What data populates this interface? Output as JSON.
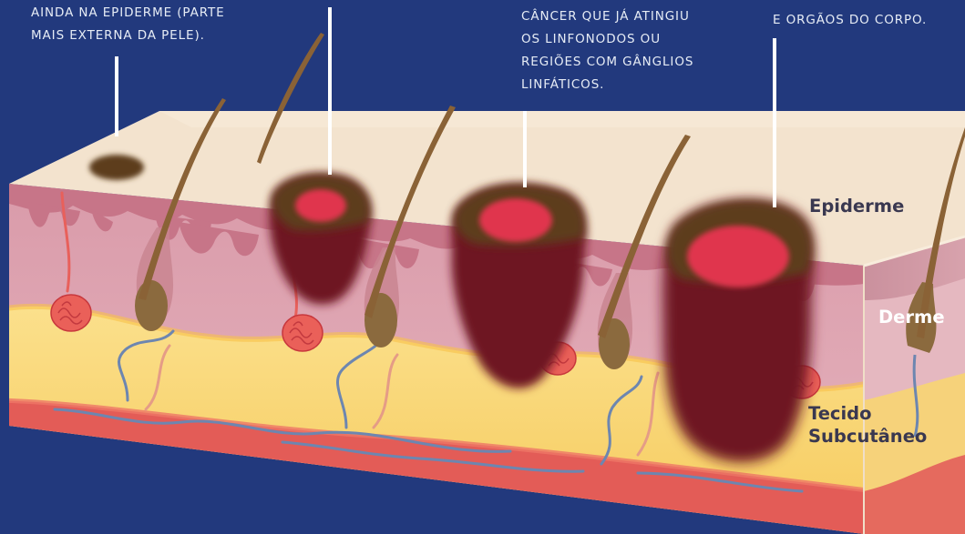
{
  "captions": {
    "stage0_lines": [
      "AINDA NA EPIDERME (PARTE",
      "MAIS EXTERNA DA PELE)."
    ],
    "stage3_lines": [
      "CÂNCER QUE JÁ ATINGIU",
      "OS LINFONODOS OU",
      "REGIÕES COM GÂNGLIOS",
      "LINFÁTICOS."
    ],
    "stage4_lines": [
      "E ORGÃOS DO CORPO."
    ]
  },
  "layers": {
    "epidermis": "Epiderme",
    "dermis": "Derme",
    "subcutaneous_line1": "Tecido",
    "subcutaneous_line2": "Subcutâneo"
  },
  "colors": {
    "background": "#22397d",
    "epidermis_top": "#f3e2cc",
    "dermis": "#dea6b3",
    "fat": "#f9d675",
    "muscle": "#e35c57",
    "melanoma_dark": "#5e1018",
    "melanoma_core": "#e0344e",
    "melanin_brown": "#5d3d1a",
    "hair": "#8a6236"
  }
}
